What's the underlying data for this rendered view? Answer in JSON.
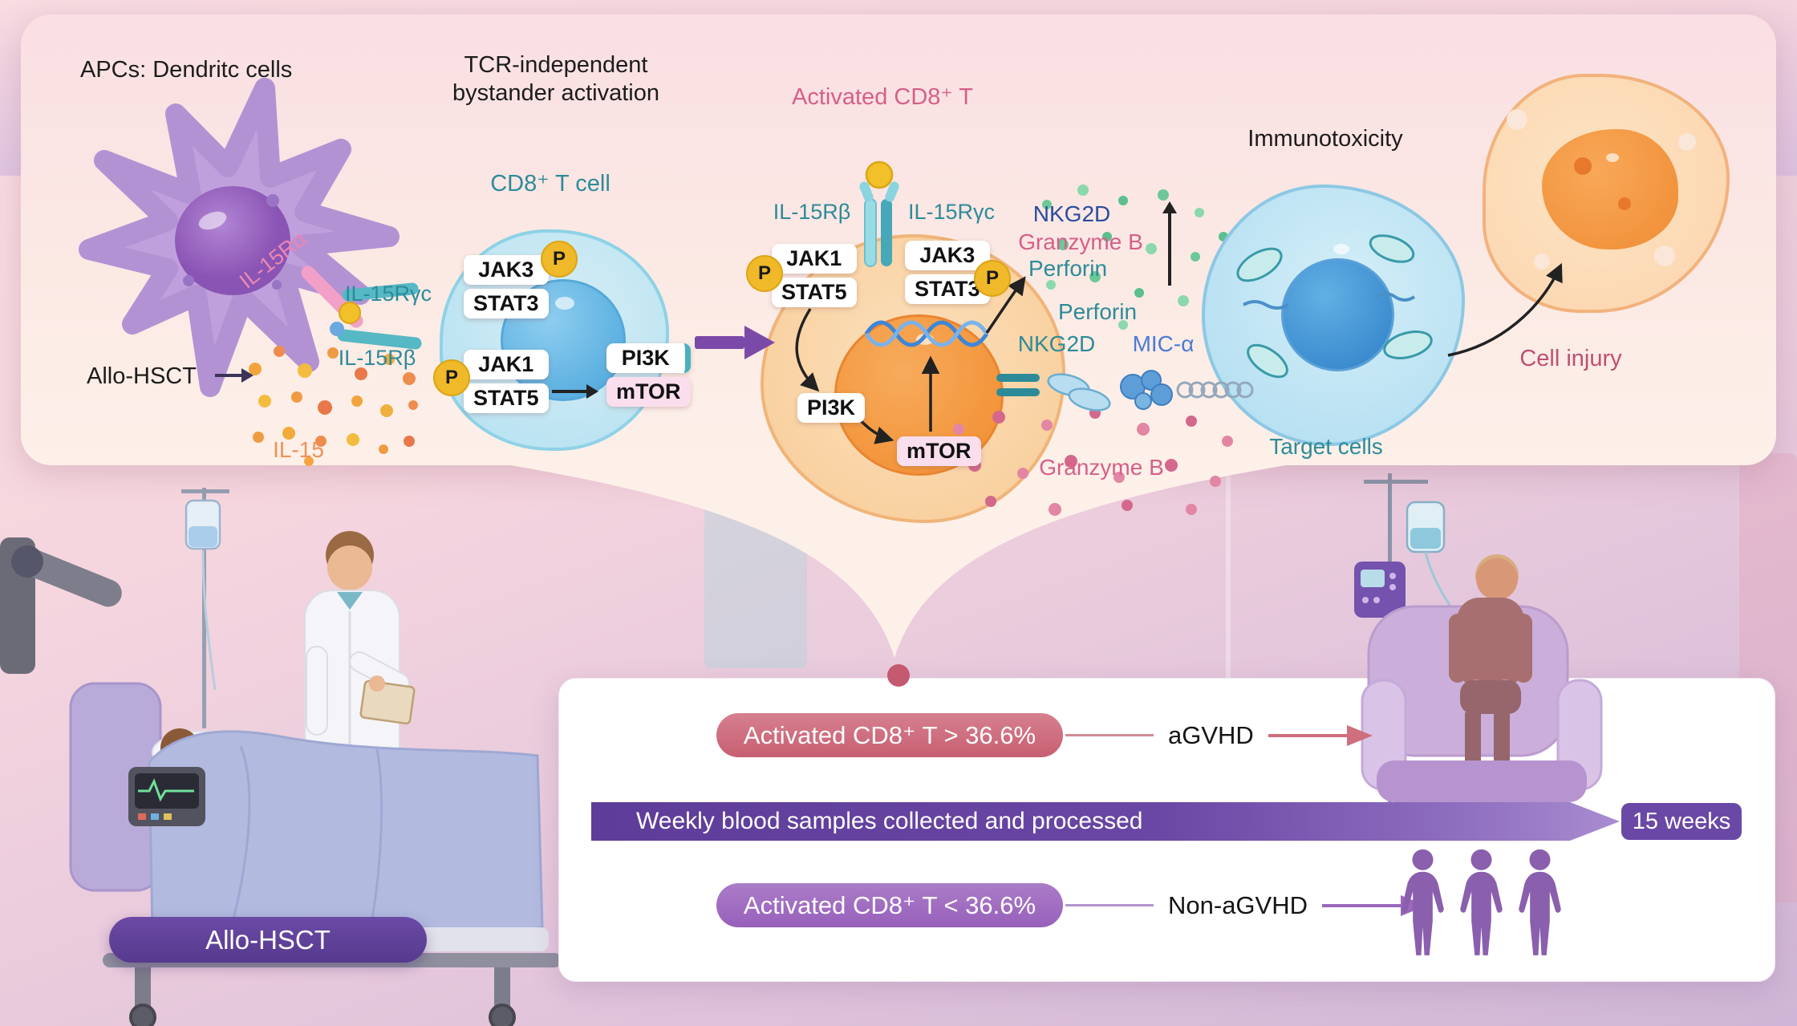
{
  "palette": {
    "teal": "#2d8b99",
    "pink": "#d65f88",
    "purple": "#6b4aa5",
    "rose": "#cf6e7d",
    "orange": "#ef9055",
    "blue": "#2a4d9e",
    "yellow": "#f0b929"
  },
  "pathway": {
    "apcs_label": "APCs: Dendritc cells",
    "tcr_label": "TCR-independent\nbystander activation",
    "activated_cd8_label": "Activated CD8⁺ T",
    "immunotoxicity_label": "Immunotoxicity",
    "cd8_cell_label": "CD8⁺ T cell",
    "il15ra": "IL-15Rα",
    "il15rgc": "IL-15Rγc",
    "il15rb": "IL-15Rβ",
    "allo_hsct": "Allo-HSCT",
    "il15": "IL-15",
    "jak3": "JAK3",
    "stat3": "STAT3",
    "jak1": "JAK1",
    "stat5": "STAT5",
    "pi3k": "PI3K",
    "mtor": "mTOR",
    "phospho": "P",
    "nkg2d": "NKG2D",
    "granzyme_b": "Granzyme B",
    "perforin": "Perforin",
    "mic_alpha": "MIC-α",
    "target_cells": "Target cells",
    "cell_injury": "Cell injury"
  },
  "study": {
    "allo_hsct_button": "Allo-HSCT",
    "high_group": "Activated CD8⁺ T > 36.6%",
    "high_outcome": "aGVHD",
    "timeline": "Weekly blood samples collected and processed",
    "duration": "15 weeks",
    "low_group": "Activated CD8⁺ T < 36.6%",
    "low_outcome": "Non-aGVHD"
  }
}
